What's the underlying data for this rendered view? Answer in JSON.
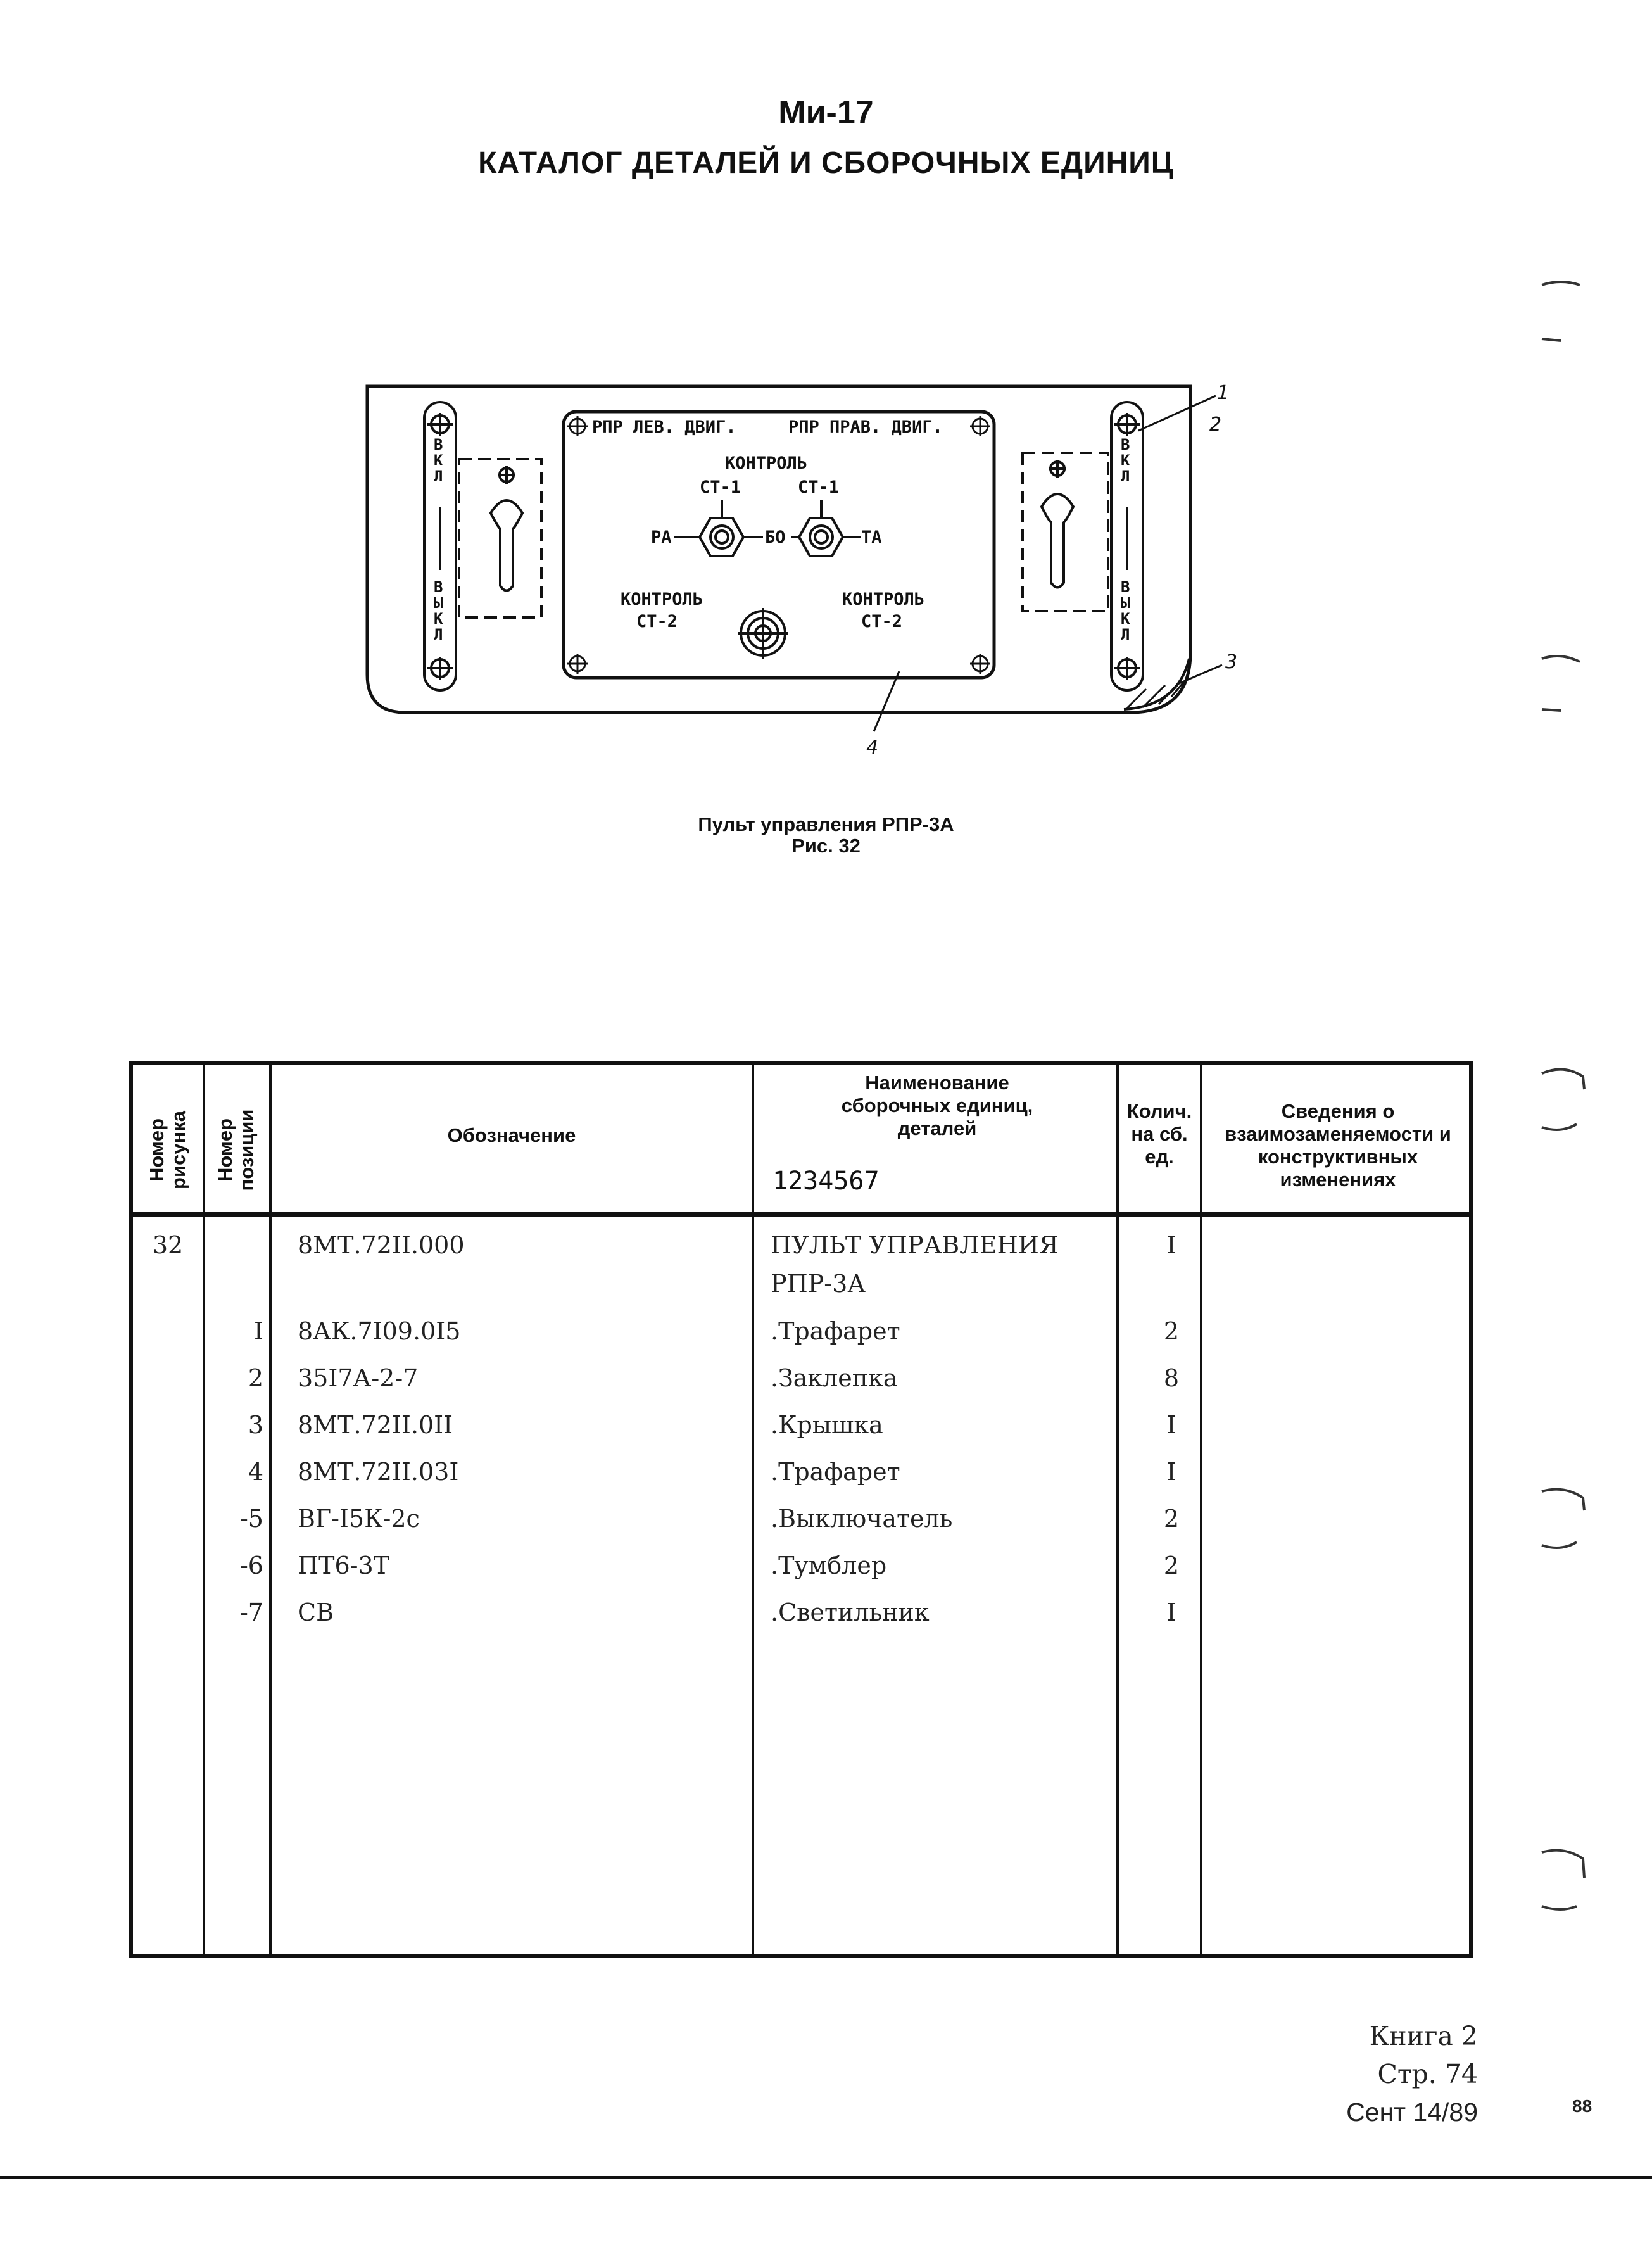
{
  "header": {
    "model": "Ми-17",
    "catalog_title": "КАТАЛОГ ДЕТАЛЕЙ И СБОРОЧНЫХ ЕДИНИЦ"
  },
  "figure": {
    "caption": "Пульт управления РПР-3А",
    "number": "Рис. 32",
    "panel_labels": {
      "left_engine": "РПР ЛЕВ. ДВИГ.",
      "right_engine": "РПР ПРАВ. ДВИГ.",
      "kontrol": "КОНТРОЛЬ",
      "st1_left": "СТ-1",
      "st1_right": "СТ-1",
      "ra": "РА",
      "bo": "БО",
      "ta": "ТА",
      "kontrol_st2_left": "КОНТРОЛЬ",
      "st2_left": "СТ-2",
      "kontrol_st2_right": "КОНТРОЛЬ",
      "st2_right": "СТ-2",
      "on": "ВКЛ",
      "off": "ВЫКЛ"
    },
    "callouts": [
      "1",
      "2",
      "3",
      "4"
    ]
  },
  "table": {
    "headers": {
      "figure_number": "Номер рисунка",
      "position_number": "Номер позиции",
      "designation": "Обозначение",
      "name": "Наименование сборочных единиц, деталей",
      "name_code": "1234567",
      "quantity": "Колич. на сб. ед.",
      "interchangeability": "Сведения о взаимозаменяемости и конструктивных изменениях"
    },
    "rows": [
      {
        "fig": "32",
        "pos": "",
        "designation": "8МТ.72II.000",
        "name": "ПУЛЬТ УПРАВЛЕНИЯ",
        "qty": "I"
      },
      {
        "fig": "",
        "pos": "",
        "designation": "",
        "name": "РПР-3А",
        "qty": ""
      },
      {
        "fig": "",
        "pos": "I",
        "designation": "8АК.7I09.0I5",
        "name": ".Трафарет",
        "qty": "2"
      },
      {
        "fig": "",
        "pos": "2",
        "designation": "35I7А-2-7",
        "name": ".Заклепка",
        "qty": "8"
      },
      {
        "fig": "",
        "pos": "3",
        "designation": "8МТ.72II.0II",
        "name": ".Крышка",
        "qty": "I"
      },
      {
        "fig": "",
        "pos": "4",
        "designation": "8МТ.72II.03I",
        "name": ".Трафарет",
        "qty": "I"
      },
      {
        "fig": "",
        "pos": "-5",
        "designation": "ВГ-I5К-2с",
        "name": ".Выключатель",
        "qty": "2"
      },
      {
        "fig": "",
        "pos": "-6",
        "designation": "ПТ6-3Т",
        "name": ".Тумблер",
        "qty": "2"
      },
      {
        "fig": "",
        "pos": "-7",
        "designation": "СВ",
        "name": ".Светильник",
        "qty": "I"
      }
    ]
  },
  "footer": {
    "book": "Книга 2",
    "page": "Стр. 74",
    "date": "Сент 14/89",
    "sheet_number": "88"
  }
}
